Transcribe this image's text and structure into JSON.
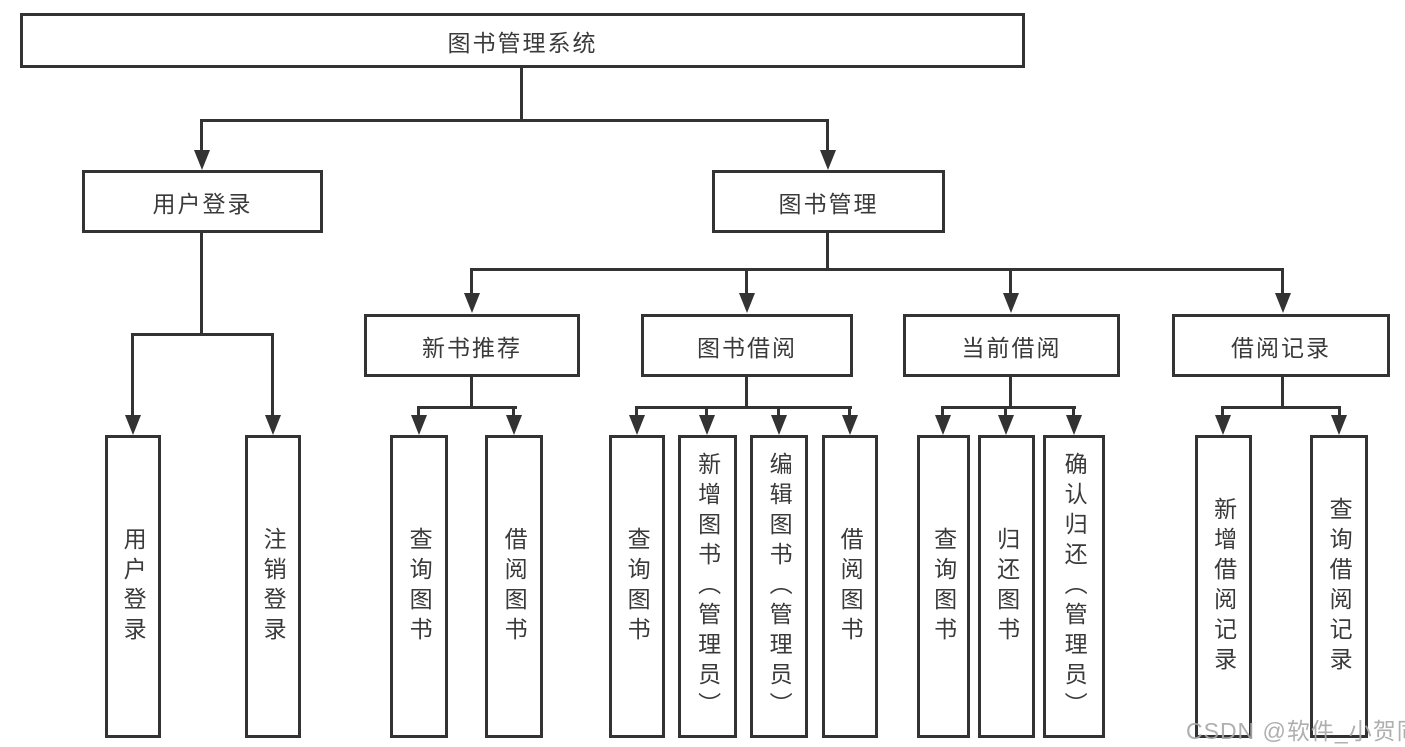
{
  "watermark": "CSDN @软件_小贺同学",
  "colors": {
    "line": "#333333",
    "text": "#3a3a3a",
    "background": "#ffffff",
    "watermark": "#a8a8a8"
  },
  "tree": {
    "label": "图书管理系统",
    "children": [
      {
        "label": "用户登录",
        "children": [
          {
            "label": "用户登录"
          },
          {
            "label": "注销登录"
          }
        ]
      },
      {
        "label": "图书管理",
        "children": [
          {
            "label": "新书推荐",
            "children": [
              {
                "label": "查询图书"
              },
              {
                "label": "借阅图书"
              }
            ]
          },
          {
            "label": "图书借阅",
            "children": [
              {
                "label": "查询图书"
              },
              {
                "label": "新增图书（管理员）"
              },
              {
                "label": "编辑图书（管理员）"
              },
              {
                "label": "借阅图书"
              }
            ]
          },
          {
            "label": "当前借阅",
            "children": [
              {
                "label": "查询图书"
              },
              {
                "label": "归还图书"
              },
              {
                "label": "确认归还（管理员）"
              }
            ]
          },
          {
            "label": "借阅记录",
            "children": [
              {
                "label": "新增借阅记录"
              },
              {
                "label": "查询借阅记录"
              }
            ]
          }
        ]
      }
    ]
  }
}
